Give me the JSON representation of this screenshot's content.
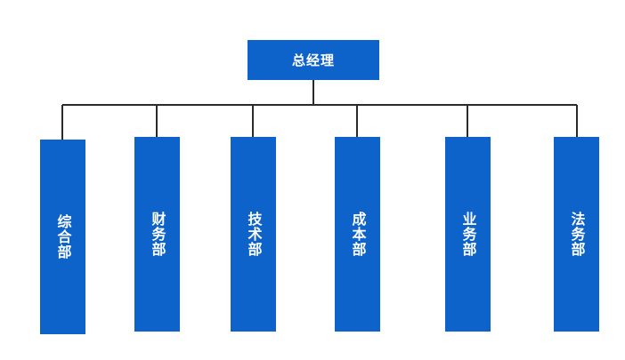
{
  "org_chart": {
    "root": {
      "label": "总经理"
    },
    "departments": [
      {
        "label": "综合部"
      },
      {
        "label": "财务部"
      },
      {
        "label": "技术部"
      },
      {
        "label": "成本部"
      },
      {
        "label": "业务部"
      },
      {
        "label": "法务部"
      }
    ]
  },
  "colors": {
    "box_fill": "#0d63c9",
    "text": "#ffffff",
    "line": "#2b2b2b"
  }
}
